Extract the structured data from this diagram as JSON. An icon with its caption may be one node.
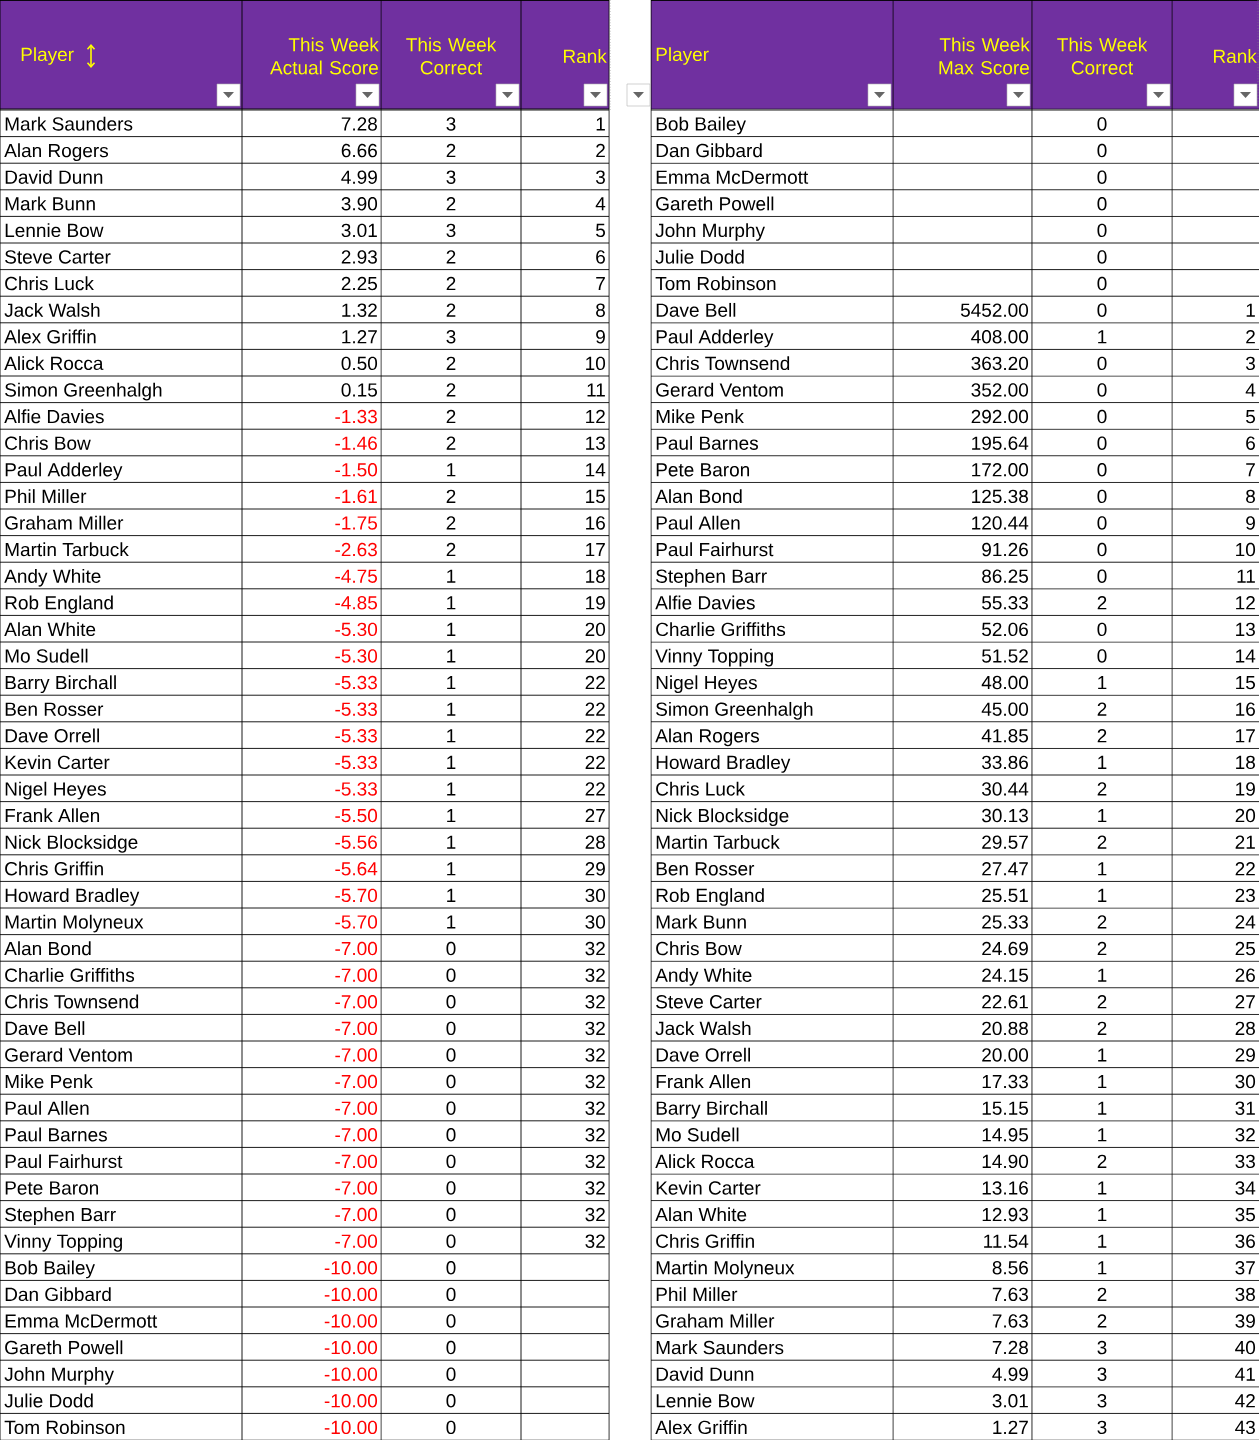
{
  "diagram": {
    "labels": [
      "Player",
      "This Week Actual Score",
      "This Week Correct",
      "Rank",
      "Player",
      "This Week Max Score",
      "This Week Correct",
      "Rank",
      "Mark Saunders",
      "7.28",
      "3",
      "1",
      "Alan Rogers",
      "6.66",
      "2",
      "2",
      "David Dunn",
      "4.99",
      "3",
      "3",
      "Mark Bunn",
      "3.90",
      "2",
      "4",
      "Lennie Bow",
      "3.01",
      "3",
      "5",
      "Steve Carter",
      "2.93",
      "2",
      "6",
      "Chris Luck",
      "2.25",
      "2",
      "7",
      "Jack Walsh",
      "1.32",
      "2",
      "8",
      "Alex Griffin",
      "1.27",
      "3",
      "9",
      "Alick Rocca",
      "0.50",
      "2",
      "10",
      "Simon Greenhalgh",
      "0.15",
      "2",
      "11",
      "Alfie Davies",
      "-1.33",
      "2",
      "12",
      "Chris Bow",
      "-1.46",
      "2",
      "13",
      "Paul Adderley",
      "-1.50",
      "1",
      "14",
      "Phil Miller",
      "-1.61",
      "2",
      "15",
      "Graham Miller",
      "-1.75",
      "2",
      "16",
      "Martin Tarbuck",
      "-2.63",
      "2",
      "17",
      "Andy White",
      "-4.75",
      "1",
      "18",
      "Rob England",
      "-4.85",
      "1",
      "19",
      "Alan White",
      "-5.30",
      "1",
      "20",
      "Mo Sudell",
      "-5.30",
      "1",
      "20",
      "Barry Birchall",
      "-5.33",
      "1",
      "22",
      "Ben Rosser",
      "-5.33",
      "1",
      "22",
      "Dave Orrell",
      "-5.33",
      "1",
      "22",
      "Kevin Carter",
      "-5.33",
      "1",
      "22",
      "Nigel Heyes",
      "-5.33",
      "1",
      "22",
      "Frank Allen",
      "-5.50",
      "1",
      "27",
      "Nick Blocksidge",
      "-5.56",
      "1",
      "28",
      "Chris Griffin",
      "-5.64",
      "1",
      "29",
      "Howard Bradley",
      "-5.70",
      "1",
      "30",
      "Martin Molyneux",
      "-5.70",
      "1",
      "30",
      "Alan Bond",
      "-7.00",
      "0",
      "32",
      "Charlie Griffiths",
      "-7.00",
      "0",
      "32",
      "Chris Townsend",
      "-7.00",
      "0",
      "32",
      "Dave Bell",
      "-7.00",
      "0",
      "32",
      "Gerard Ventom",
      "-7.00",
      "0",
      "32",
      "Mike Penk",
      "-7.00",
      "0",
      "32",
      "Paul Allen",
      "-7.00",
      "0",
      "32",
      "Paul Barnes",
      "-7.00",
      "0",
      "32",
      "Paul Fairhurst",
      "-7.00",
      "0",
      "32",
      "Pete Baron",
      "-7.00",
      "0",
      "32",
      "Stephen Barr",
      "-7.00",
      "0",
      "32",
      "Vinny Topping",
      "-7.00",
      "0",
      "32",
      "Bob Bailey",
      "-10.00",
      "0",
      "Dan Gibbard",
      "-10.00",
      "0",
      "Emma McDermott",
      "-10.00",
      "0",
      "Gareth Powell",
      "-10.00",
      "0",
      "John Murphy",
      "-10.00",
      "0",
      "Julie Dodd",
      "-10.00",
      "0",
      "Tom Robinson",
      "-10.00",
      "0",
      "Bob Bailey",
      "0",
      "Dan Gibbard",
      "0",
      "Emma McDermott",
      "0",
      "Gareth Powell",
      "0",
      "John Murphy",
      "0",
      "Julie Dodd",
      "0",
      "Tom Robinson",
      "0",
      "Dave Bell",
      "5452.00",
      "0",
      "1",
      "Paul Adderley",
      "408.00",
      "1",
      "2",
      "Chris Townsend",
      "363.20",
      "0",
      "3",
      "Gerard Ventom",
      "352.00",
      "0",
      "4",
      "Mike Penk",
      "292.00",
      "0",
      "5",
      "Paul Barnes",
      "195.64",
      "0",
      "6",
      "Pete Baron",
      "172.00",
      "0",
      "7",
      "Alan Bond",
      "125.38",
      "0",
      "8",
      "Paul Allen",
      "120.44",
      "0",
      "9",
      "Paul Fairhurst",
      "91.26",
      "0",
      "10",
      "Stephen Barr",
      "86.25",
      "0",
      "11",
      "Alfie Davies",
      "55.33",
      "2",
      "12",
      "Charlie Griffiths",
      "52.06",
      "0",
      "13",
      "Vinny Topping",
      "51.52",
      "0",
      "14",
      "Nigel Heyes",
      "48.00",
      "1",
      "15",
      "Simon Greenhalgh",
      "45.00",
      "2",
      "16",
      "Alan Rogers",
      "41.85",
      "2",
      "17",
      "Howard Bradley",
      "33.86",
      "1",
      "18",
      "Chris Luck",
      "30.44",
      "2",
      "19",
      "Nick Blocksidge",
      "30.13",
      "1",
      "20",
      "Martin Tarbuck",
      "29.57",
      "2",
      "21",
      "Ben Rosser",
      "27.47",
      "1",
      "22",
      "Rob England",
      "25.51",
      "1",
      "23",
      "Mark Bunn",
      "25.33",
      "2",
      "24",
      "Chris Bow",
      "24.69",
      "2",
      "25",
      "Andy White",
      "24.15",
      "1",
      "26",
      "Steve Carter",
      "22.61",
      "2",
      "27",
      "Jack Walsh",
      "20.88",
      "2",
      "28",
      "Dave Orrell",
      "20.00",
      "1",
      "29",
      "Frank Allen",
      "17.33",
      "1",
      "30",
      "Barry Birchall",
      "15.15",
      "1",
      "31",
      "Mo Sudell",
      "14.95",
      "1",
      "32",
      "Alick Rocca",
      "14.90",
      "2",
      "33",
      "Kevin Carter",
      "13.16",
      "1",
      "34",
      "Alan White",
      "12.93",
      "1",
      "35",
      "Chris Griffin",
      "11.54",
      "1",
      "36",
      "Martin Molyneux",
      "8.56",
      "1",
      "37",
      "Phil Miller",
      "7.63",
      "2",
      "38",
      "Graham Miller",
      "7.63",
      "2",
      "39",
      "Mark Saunders",
      "7.28",
      "3",
      "40",
      "David Dunn",
      "4.99",
      "3",
      "41",
      "Lennie Bow",
      "3.01",
      "3",
      "42",
      "Alex Griffin",
      "1.27",
      "3",
      "43"
    ]
  }
}
